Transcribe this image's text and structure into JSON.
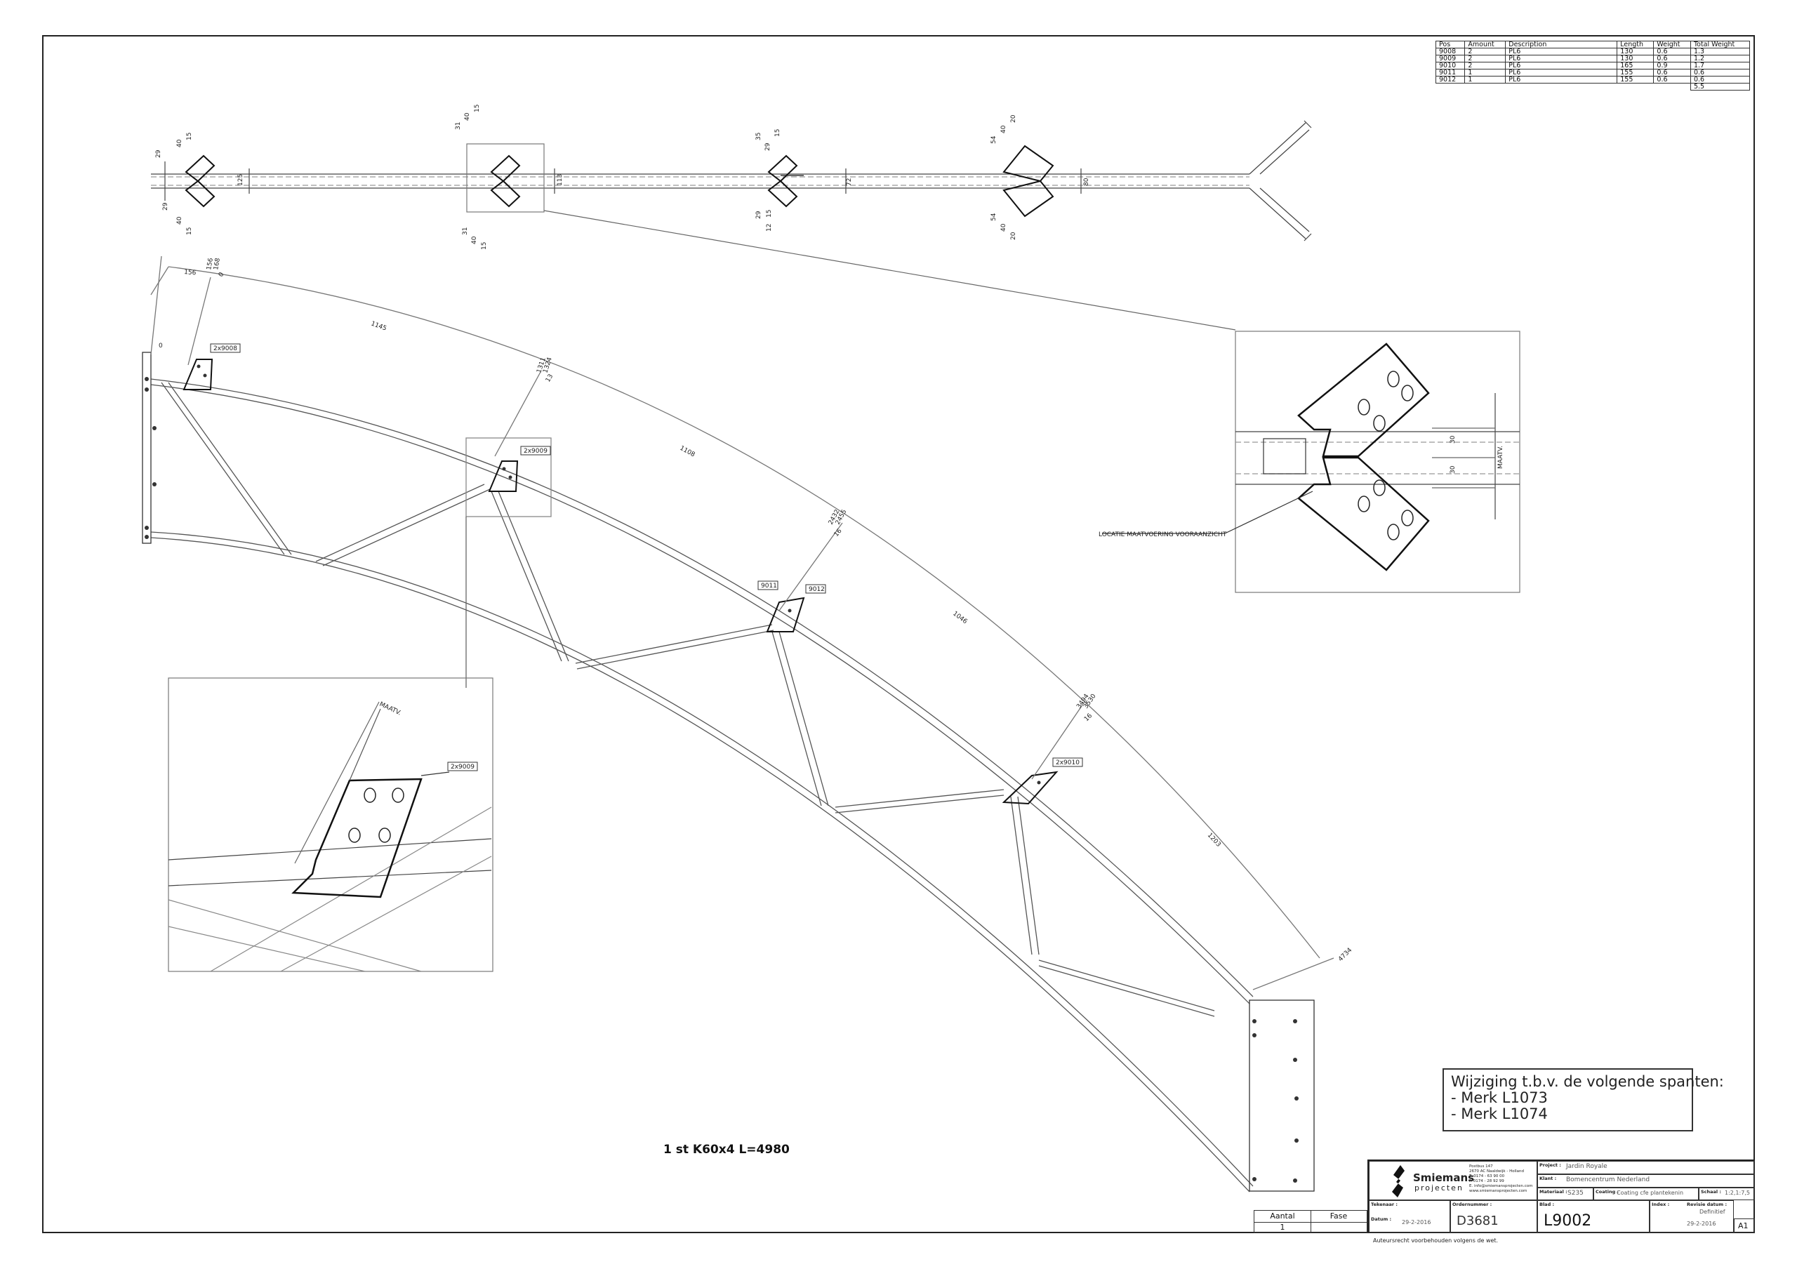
{
  "parts_table": {
    "headers": [
      "Pos",
      "Amount",
      "Description",
      "Length",
      "Weight",
      "Total Weight"
    ],
    "rows": [
      [
        "9008",
        "2",
        "PL6",
        "130",
        "0.6",
        "1.3"
      ],
      [
        "9009",
        "2",
        "PL6",
        "130",
        "0.6",
        "1.2"
      ],
      [
        "9010",
        "2",
        "PL6",
        "165",
        "0.9",
        "1.7"
      ],
      [
        "9011",
        "1",
        "PL6",
        "155",
        "0.6",
        "0.6"
      ],
      [
        "9012",
        "1",
        "PL6",
        "155",
        "0.6",
        "0.6"
      ],
      [
        "",
        "",
        "",
        "",
        "",
        "5.5"
      ]
    ]
  },
  "plan_view": {
    "dims_node1": [
      "29",
      "40",
      "15",
      "125",
      "29",
      "40",
      "15"
    ],
    "dims_node2": [
      "31",
      "40",
      "15",
      "113",
      "31",
      "40",
      "15"
    ],
    "dims_node3": [
      "35",
      "29",
      "15",
      "72",
      "29",
      "15",
      "12"
    ],
    "dims_node4": [
      "54",
      "40",
      "20",
      "80",
      "54",
      "40",
      "20"
    ]
  },
  "elevation": {
    "arc_dims": [
      "156",
      "1145",
      "1108",
      "1046",
      "1203"
    ],
    "node_dims": {
      "node0": [
        "156",
        "168",
        "0"
      ],
      "node1": [
        "1311",
        "1324",
        "13"
      ],
      "node2": [
        "2432",
        "2455",
        "16"
      ],
      "node3": [
        "3494",
        "3530",
        "16"
      ],
      "node4": [
        "4734"
      ]
    },
    "zero_label": "0",
    "tags": [
      "2x9008",
      "2x9009",
      "9011",
      "9012",
      "2x9010"
    ]
  },
  "detail_right": {
    "dims": [
      "30",
      "30"
    ],
    "maatv": "MAATV.",
    "location_label": "LOCATIE MAATVOERING VOORAANZICHT"
  },
  "detail_left": {
    "maatv": "MAATV.",
    "tag": "2x9009"
  },
  "main_label": "1 st K60x4 L=4980",
  "note": {
    "line1": "Wijziging t.b.v. de volgende spanten:",
    "line2": "- Merk L1073",
    "line3": "- Merk L1074"
  },
  "aantal_table": {
    "h1": "Aantal",
    "h2": "Fase",
    "v1": "1",
    "v2": ""
  },
  "title_block": {
    "company_name": "Smiemans",
    "company_sub": "projecten",
    "address": [
      "Postbus 147",
      "2670 AC Naaldwijk - Holland",
      "T. 0174 - 63 90 00",
      "F. 0174 - 28 92 99",
      "E. info@smiemansprojecten.com",
      "www.smiemansprojecten.com"
    ],
    "project_label": "Project :",
    "project": "Jardin Royale",
    "client_label": "Klant :",
    "client": "Bomencentrum Nederland",
    "material_label": "Materiaal :",
    "material": "S235",
    "coating_label": "Coating :",
    "coating": "Coating cfe plantekenin",
    "scale_label": "Schaal :",
    "scale": "1:2,1:7,5",
    "drawer_label": "Tekenaar :",
    "order_label": "Ordernummer :",
    "order": "D3681",
    "blad_label": "Blad :",
    "blad": "L9002",
    "index_label": "Index :",
    "revision_label": "Revisie datum :",
    "status": "Definitief",
    "date_label": "Datum :",
    "date": "29-2-2016",
    "revision_date": "29-2-2016",
    "format": "A1"
  },
  "copyright": "Auteursrecht voorbehouden volgens de wet."
}
